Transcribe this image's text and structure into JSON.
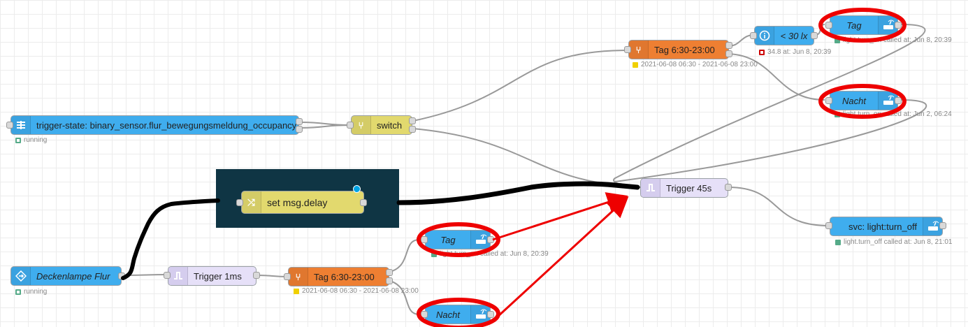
{
  "nodes": {
    "trigger_state": {
      "label": "trigger-state: binary_sensor.flur_bewegungsmeldung_occupancy",
      "status": "running",
      "icon": "trigger-state-icon"
    },
    "switch": {
      "label": "switch",
      "icon": "switch-icon"
    },
    "time_range_top": {
      "label": "Tag 6:30-23:00",
      "status": "2021-06-08 06:30 - 2021-06-08 23:00",
      "icon": "time-range-switch-icon"
    },
    "lux_check": {
      "label": "< 30 lx",
      "status": "34.8 at: Jun 8, 20:39",
      "icon": "info-icon"
    },
    "tag_top": {
      "label": "Tag",
      "status": "light.turn_on called at: Jun 8, 20:39",
      "icon": "call-service-icon"
    },
    "nacht_top": {
      "label": "Nacht",
      "status": "light.turn_on called at: Jun 2, 06:24",
      "icon": "call-service-icon"
    },
    "set_delay": {
      "label": "set msg.delay",
      "icon": "change-icon"
    },
    "trigger_45s": {
      "label": "Trigger 45s",
      "icon": "trigger-icon"
    },
    "svc_off": {
      "label": "svc: light:turn_off",
      "status": "light.turn_off called at: Jun 8, 21:01",
      "icon": "call-service-icon"
    },
    "deckenlampe": {
      "label": "Deckenlampe Flur",
      "status": "running",
      "icon": "event-icon"
    },
    "trigger_1ms": {
      "label": "Trigger 1ms",
      "icon": "trigger-icon"
    },
    "time_range_bottom": {
      "label": "Tag 6:30-23:00",
      "status": "2021-06-08 06:30 - 2021-06-08 23:00",
      "icon": "time-range-switch-icon"
    },
    "tag_bottom": {
      "label": "Tag",
      "status": "light.turn_on called at: Jun 8, 20:39",
      "icon": "call-service-icon"
    },
    "nacht_bottom": {
      "label": "Nacht",
      "icon": "call-service-icon"
    }
  },
  "colors": {
    "ha_blue": "#3fadee",
    "time_orange": "#ee7f32",
    "switch_yellow": "#e2d96e",
    "trigger_lilac": "#e6e0f8",
    "annotation_red": "#ee0000",
    "annotation_black": "#000000",
    "highlight_box": "#0f3544"
  }
}
